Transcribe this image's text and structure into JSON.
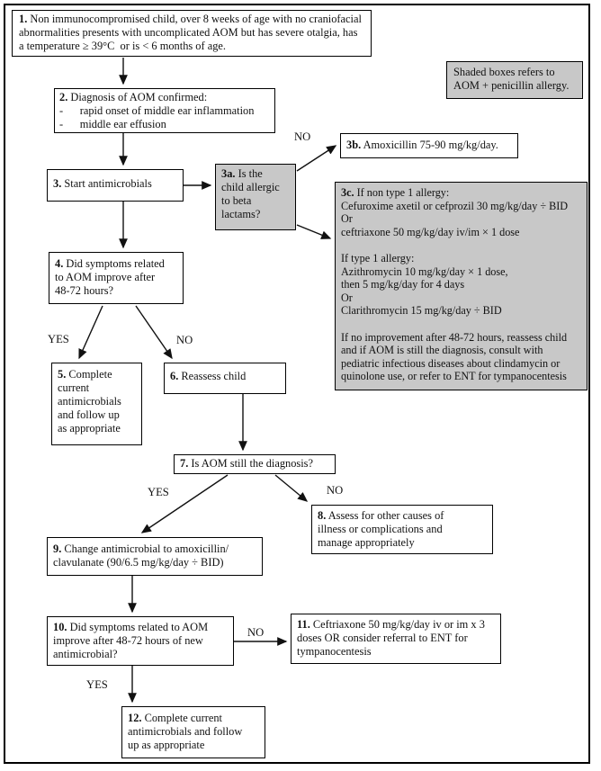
{
  "legend": {
    "text": "Shaded boxes refers to\nAOM + penicillin allergy."
  },
  "colors": {
    "shaded_fill": "#c8c8c8",
    "box_border": "#000000",
    "background": "#ffffff"
  },
  "nodes": {
    "n1": {
      "prefix": "1.",
      "text": " Non immunocompromised child, over 8 weeks of age with no craniofacial\nabnormalities presents with uncomplicated AOM but has severe otalgia, has\na temperature ≥ 39°C  or is < 6 months of age."
    },
    "n2": {
      "prefix": "2.",
      "text": " Diagnosis of AOM confirmed:\n-      rapid onset of middle ear inflammation\n-      middle ear effusion"
    },
    "n3": {
      "prefix": "3.",
      "text": " Start antimicrobials"
    },
    "n3a": {
      "prefix": "3a.",
      "text": " Is the\nchild allergic\nto beta\nlactams?"
    },
    "n3b": {
      "prefix": "3b.",
      "text": " Amoxicillin 75-90 mg/kg/day."
    },
    "n3c": {
      "prefix": "3c.",
      "text": " If non type 1 allergy:\nCefuroxime axetil or cefprozil 30 mg/kg/day ÷ BID\nOr\nceftriaxone 50 mg/kg/day iv/im × 1 dose\n\nIf type 1 allergy:\nAzithromycin 10 mg/kg/day × 1 dose,\nthen 5 mg/kg/day for 4 days\nOr\nClarithromycin 15 mg/kg/day ÷ BID\n\nIf no improvement after 48-72 hours, reassess child\nand if AOM is still the diagnosis, consult with\npediatric infectious diseases about clindamycin or\nquinolone use, or refer to ENT for tympanocentesis"
    },
    "n4": {
      "prefix": "4.",
      "text": " Did symptoms related\nto AOM improve after\n48-72 hours?"
    },
    "n5": {
      "prefix": "5.",
      "text": " Complete\ncurrent\nantimicrobials\nand follow up\nas appropriate"
    },
    "n6": {
      "prefix": "6.",
      "text": " Reassess child"
    },
    "n7": {
      "prefix": "7.",
      "text": " Is AOM still the diagnosis?"
    },
    "n8": {
      "prefix": "8.",
      "text": " Assess for other causes of\nillness or complications and\nmanage appropriately"
    },
    "n9": {
      "prefix": "9.",
      "text": " Change antimicrobial to amoxicillin/\nclavulanate (90/6.5 mg/kg/day ÷ BID)"
    },
    "n10": {
      "prefix": "10.",
      "text": " Did symptoms related to AOM\nimprove after 48-72 hours of new\nantimicrobial?"
    },
    "n11": {
      "prefix": "11.",
      "text": " Ceftriaxone 50 mg/kg/day iv or im x 3\ndoses OR consider referral to ENT for\ntympanocentesis"
    },
    "n12": {
      "prefix": "12.",
      "text": " Complete current\nantimicrobials and follow\nup as appropriate"
    }
  },
  "edge_labels": {
    "no_3a_3b": "NO",
    "yes_4_5": "YES",
    "no_4_6": "NO",
    "yes_7_9": "YES",
    "no_7_8": "NO",
    "no_10_11": "NO",
    "yes_10_12": "YES"
  }
}
